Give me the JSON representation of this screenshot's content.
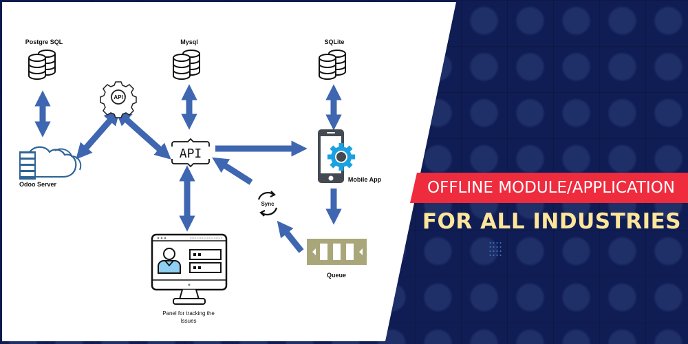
{
  "diagram": {
    "nodes": {
      "postgres": {
        "label": "Postgre SQL",
        "icon": "database-icon"
      },
      "mysql": {
        "label": "Mysql",
        "icon": "database-icon"
      },
      "sqlite": {
        "label": "SQLite",
        "icon": "database-icon"
      },
      "api_gear": {
        "label": "API",
        "icon": "gear-api-icon"
      },
      "odoo_server": {
        "label": "Odoo Server",
        "icon": "cloud-server-icon"
      },
      "api_central": {
        "label": "API",
        "icon": "api-bracket-icon"
      },
      "mobile_app": {
        "label": "Mobile App",
        "icon": "mobile-gear-icon"
      },
      "sync": {
        "label": "Sync",
        "icon": "sync-icon"
      },
      "queue": {
        "label": "Queue",
        "icon": "queue-icon"
      },
      "panel": {
        "label_line1": "Panel for tracking the",
        "label_line2": "Issues",
        "icon": "monitor-user-icon"
      }
    },
    "edges": [
      {
        "from": "Postgre SQL",
        "to": "Odoo Server",
        "direction": "both"
      },
      {
        "from": "API (gear)",
        "to": "Odoo Server",
        "direction": "to"
      },
      {
        "from": "API (gear)",
        "to": "API",
        "direction": "both"
      },
      {
        "from": "Mysql",
        "to": "API",
        "direction": "both"
      },
      {
        "from": "API",
        "to": "Mobile App",
        "direction": "to"
      },
      {
        "from": "SQLite",
        "to": "Mobile App",
        "direction": "both"
      },
      {
        "from": "Mobile App",
        "to": "Queue",
        "direction": "to"
      },
      {
        "from": "Queue",
        "to": "Sync",
        "direction": "to"
      },
      {
        "from": "Sync",
        "to": "API",
        "direction": "to"
      },
      {
        "from": "API",
        "to": "Panel for tracking the Issues",
        "direction": "both"
      }
    ],
    "colors": {
      "arrow": "#3f66b0",
      "gear_blue": "#1ba1e2",
      "queue": "#a9a67a",
      "user_blue": "#8fd0f2"
    }
  },
  "banner": {
    "line1": "OFFLINE MODULE/APPLICATION",
    "line2": "FOR ALL INDUSTRIES",
    "colors": {
      "red": "#ef2b3e",
      "yellow": "#fde59a",
      "navy": "#0f1c55"
    }
  }
}
